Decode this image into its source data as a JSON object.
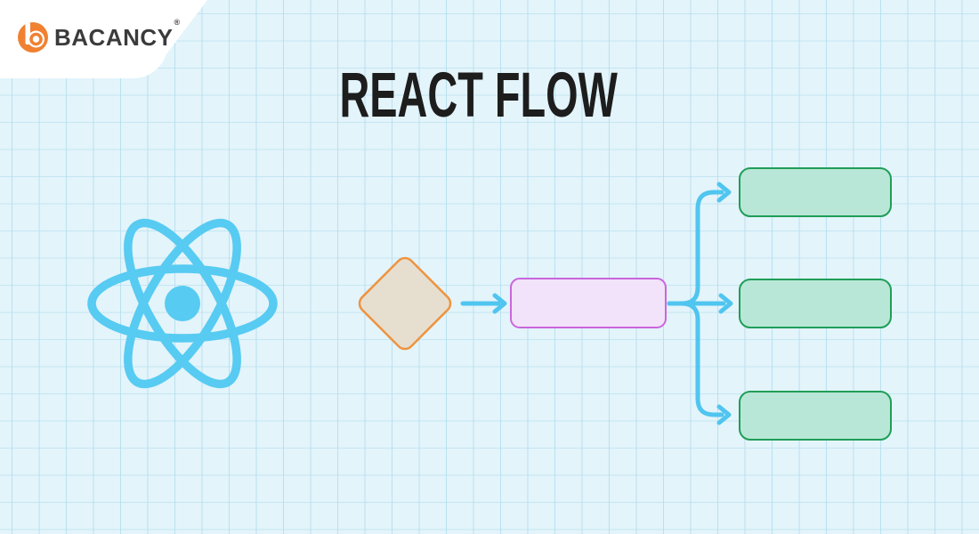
{
  "header": {
    "logo_text": "BACANCY",
    "registered_mark": "®"
  },
  "title": "REACT FLOW",
  "diagram": {
    "description": "Flowchart illustration: React logo, then a decision diamond pointing to a process rectangle which fans out to three output rectangles",
    "nodes": [
      {
        "id": "react-logo",
        "type": "icon",
        "label": ""
      },
      {
        "id": "decision",
        "type": "diamond",
        "label": ""
      },
      {
        "id": "process",
        "type": "rounded-rect",
        "label": ""
      },
      {
        "id": "output-1",
        "type": "rounded-rect",
        "label": ""
      },
      {
        "id": "output-2",
        "type": "rounded-rect",
        "label": ""
      },
      {
        "id": "output-3",
        "type": "rounded-rect",
        "label": ""
      }
    ],
    "edges": [
      {
        "from": "decision",
        "to": "process"
      },
      {
        "from": "process",
        "to": "output-1"
      },
      {
        "from": "process",
        "to": "output-2"
      },
      {
        "from": "process",
        "to": "output-3"
      }
    ]
  },
  "colors": {
    "canvas_bg": "#E3F4FB",
    "grid_line": "#C7E6F0",
    "title_color": "#1D1D1D",
    "react_blue": "#57CBF2",
    "arrow_blue": "#4FC5EF",
    "decision_fill": "#E6DFD0",
    "decision_border": "#EE9440",
    "process_fill": "#F2E3FA",
    "process_border": "#C966DC",
    "output_fill": "#B9E7D7",
    "output_border": "#1F9E58",
    "logo_orange": "#F08131",
    "logo_text_color": "#3B3B3B",
    "card_bg": "#FFFFFF"
  }
}
